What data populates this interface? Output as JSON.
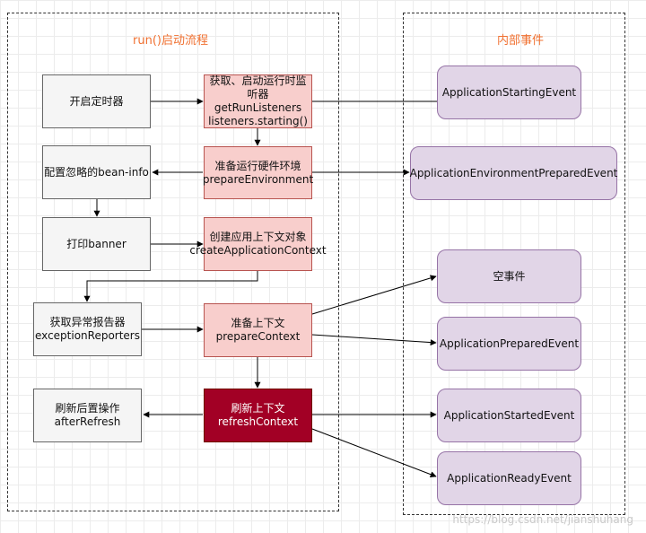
{
  "panels": {
    "left_title": "run()启动流程",
    "right_title": "内部事件"
  },
  "left_nodes": {
    "timer": "开启定时器",
    "ignore_bean_info": "配置忽略的bean-info",
    "print_banner": "打印banner",
    "exception_reporters_cn": "获取异常报告器",
    "exception_reporters_en": "exceptionReporters",
    "after_refresh_cn": "刷新后置操作",
    "after_refresh_en": "afterRefresh"
  },
  "center_nodes": {
    "listeners_l1": "获取、启动运行时监",
    "listeners_l2": "听器getRunListeners",
    "listeners_l3": "listeners.starting()",
    "prepare_env_cn": "准备运行硬件环境",
    "prepare_env_en": "prepareEnvironment",
    "create_ctx_cn": "创建应用上下文对象",
    "create_ctx_en": "createApplicationContext",
    "prepare_ctx_cn": "准备上下文",
    "prepare_ctx_en": "prepareContext",
    "refresh_ctx_cn": "刷新上下文",
    "refresh_ctx_en": "refreshContext"
  },
  "events": {
    "starting": "ApplicationStartingEvent",
    "env_prepared": "ApplicationEnvironmentPreparedEvent",
    "empty": "空事件",
    "prepared": "ApplicationPreparedEvent",
    "started": "ApplicationStartedEvent",
    "ready": "ApplicationReadyEvent"
  },
  "watermark": "https://blog.csdn.net/jianshuhang",
  "colors": {
    "title_orange": "#f07030",
    "gray_fill": "#f5f5f5",
    "red_fill": "#f8cecc",
    "dark_red_fill": "#a20025",
    "purple_fill": "#e1d5e7"
  }
}
